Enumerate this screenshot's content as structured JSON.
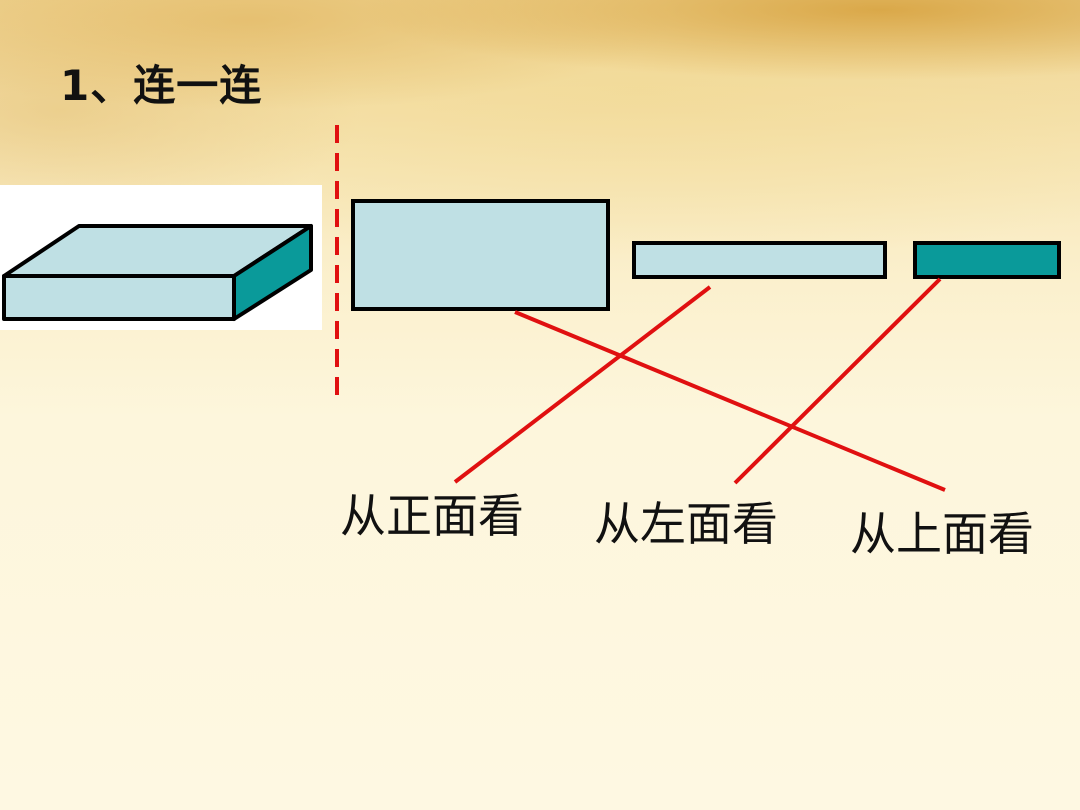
{
  "title": "1、连一连",
  "labels": {
    "front": "从正面看",
    "left": "从左面看",
    "top": "从上面看"
  },
  "colors": {
    "face_light": "#bfe0e4",
    "face_dark": "#0a9a9a",
    "stroke": "#000000",
    "link_line": "#e01010",
    "divider": "#e01010"
  }
}
